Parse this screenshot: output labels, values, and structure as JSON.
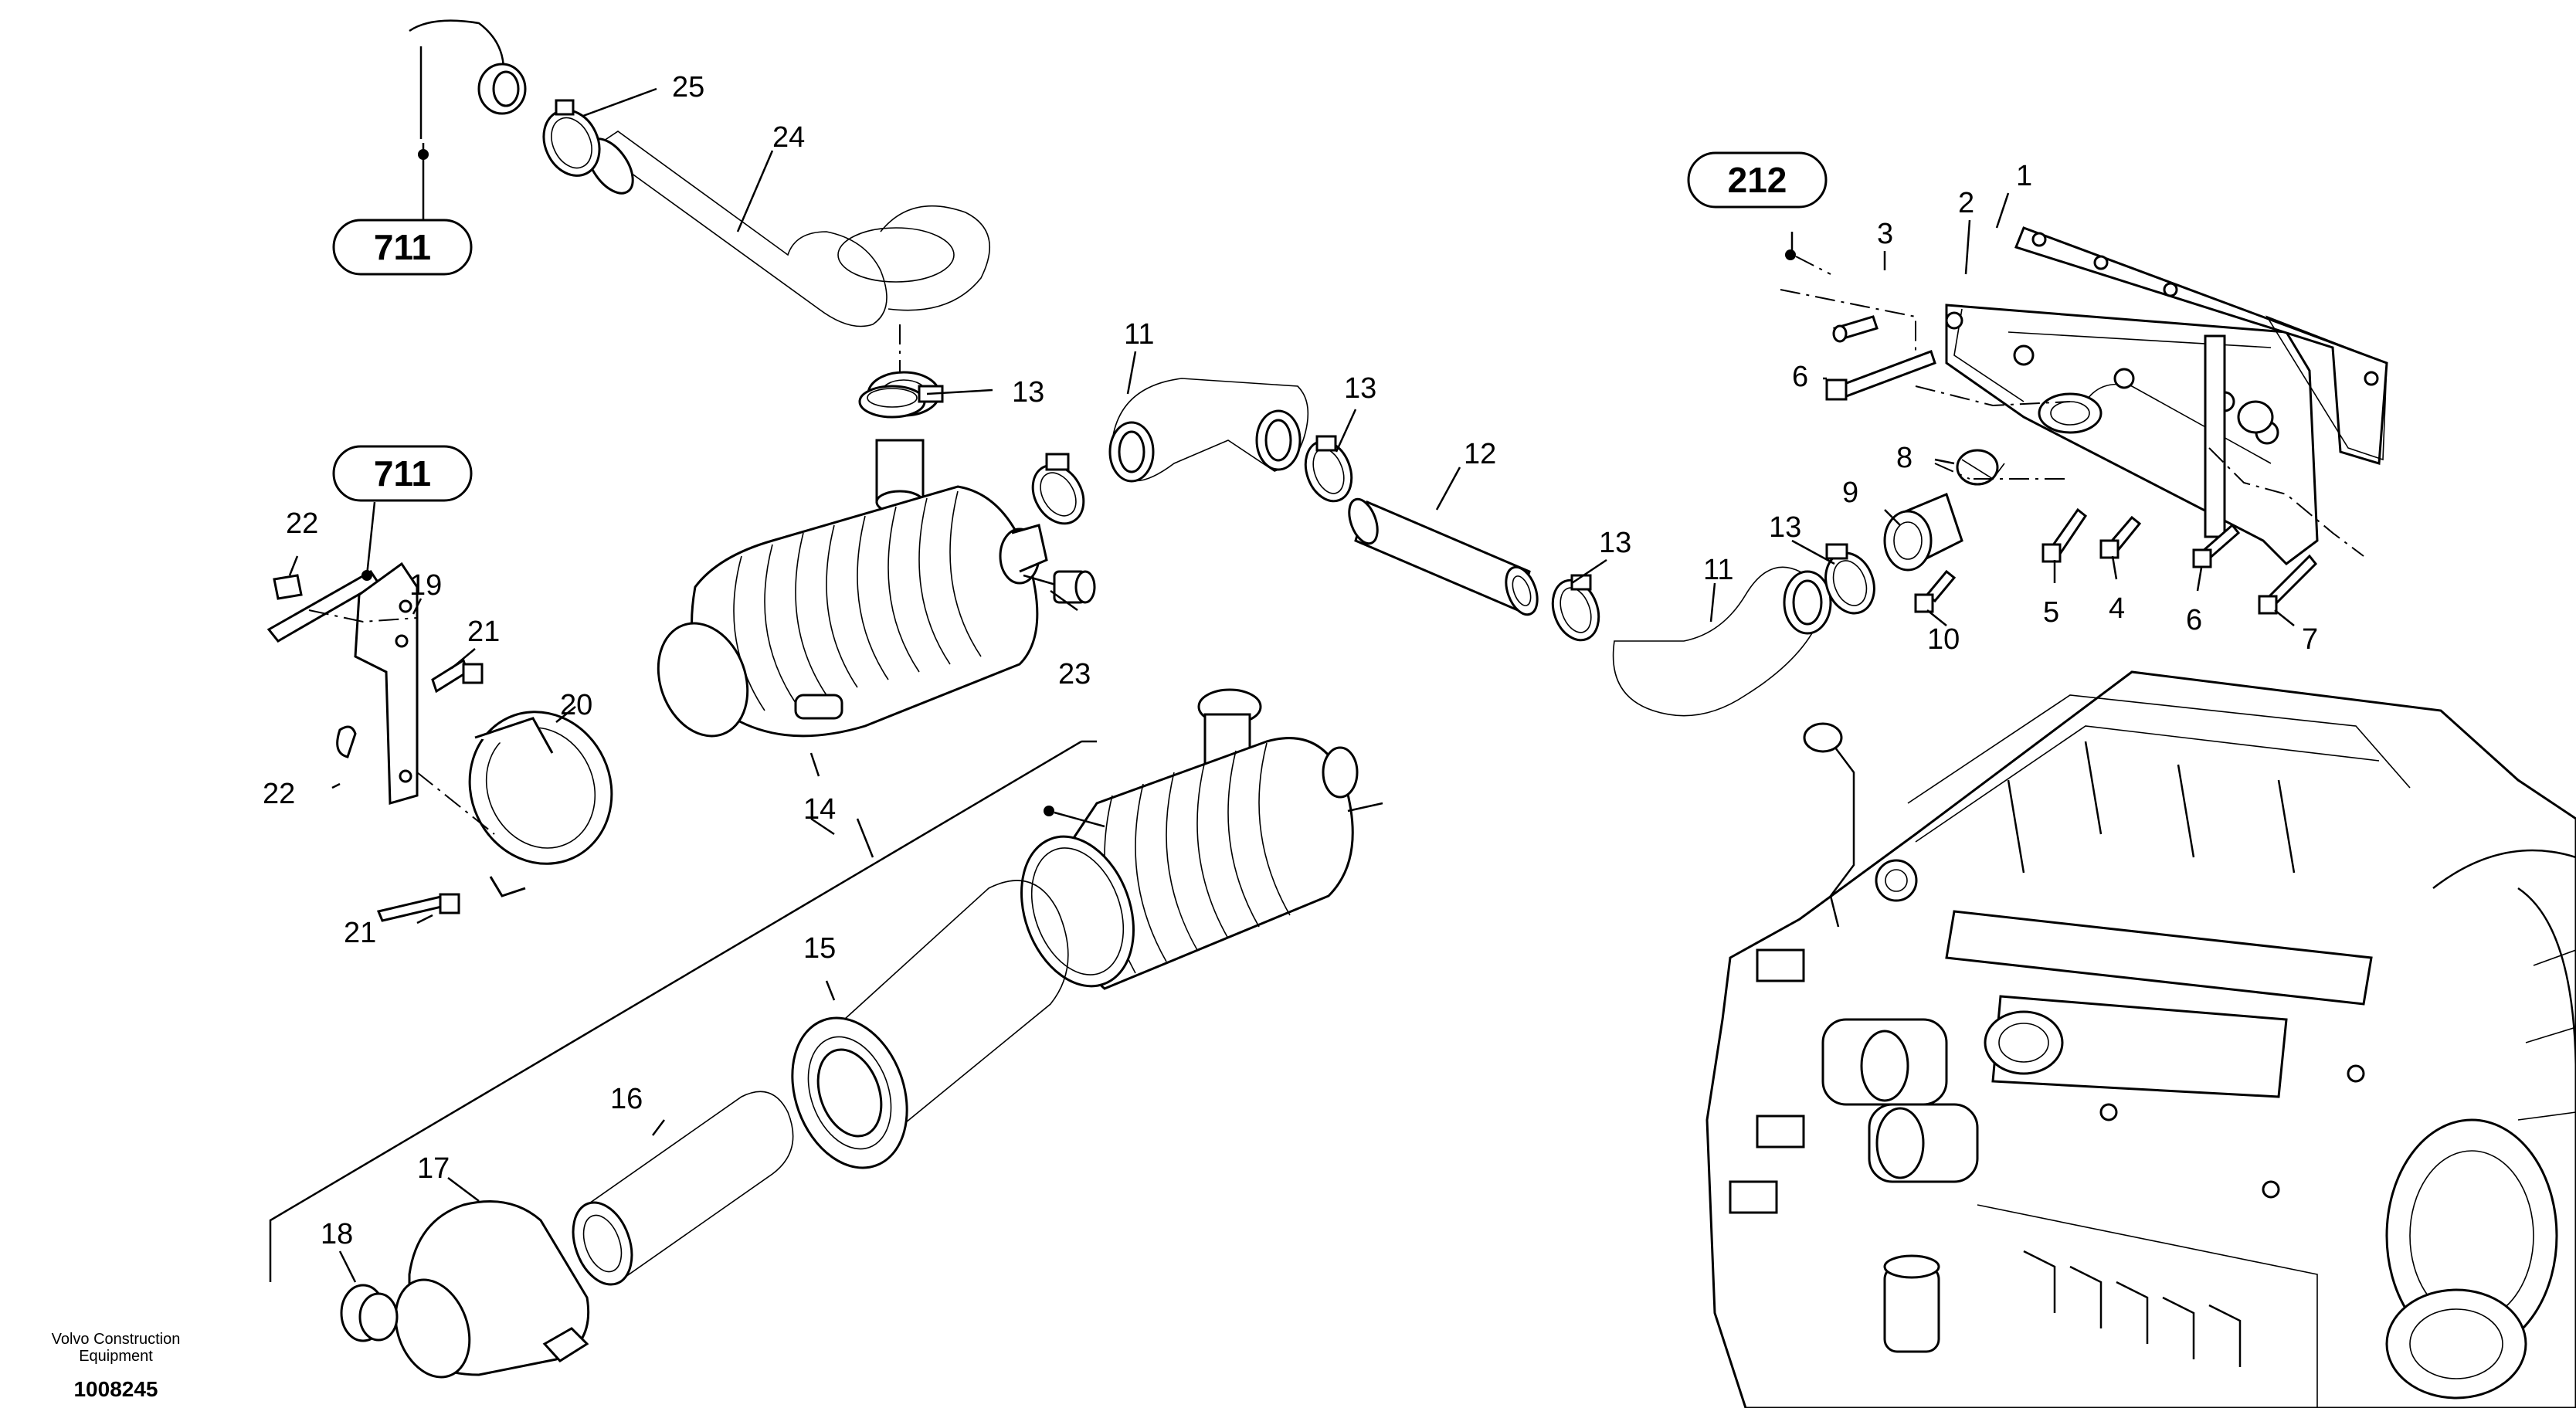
{
  "diagram": {
    "type": "exploded parts diagram",
    "reference_labels": [
      "711",
      "711",
      "212"
    ],
    "callouts": [
      "25",
      "24",
      "13",
      "11",
      "13",
      "12",
      "13",
      "11",
      "13",
      "1",
      "2",
      "3",
      "6",
      "8",
      "9",
      "10",
      "5",
      "4",
      "6",
      "7",
      "14",
      "23",
      "22",
      "19",
      "21",
      "20",
      "22",
      "21",
      "15",
      "16",
      "17",
      "18"
    ]
  },
  "footer": {
    "brand_line1": "Volvo Construction",
    "brand_line2": "Equipment",
    "doc_number": "1008245"
  },
  "colors": {
    "line": "#000000",
    "background": "#ffffff",
    "hose_fill": "#f2f2f2"
  }
}
